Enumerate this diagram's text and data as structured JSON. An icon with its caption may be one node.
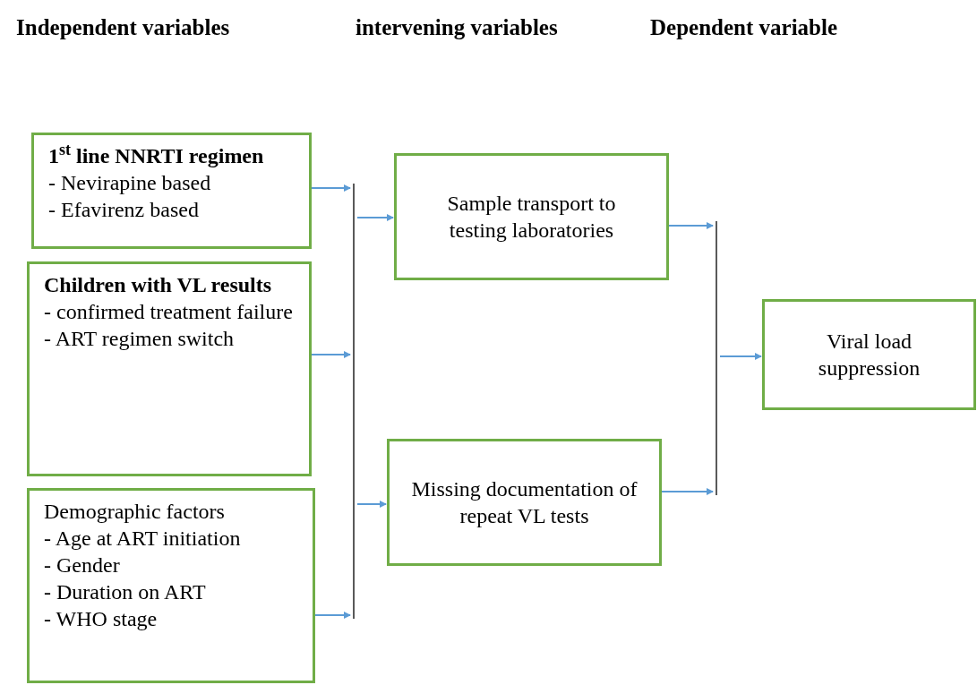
{
  "diagram": {
    "nodes": [
      {
        "text": [
          "1$^{st}$ line NNRTI regimen",
          "- Nevirapine based",
          "- Efavirenz based"
        ]
      },
      {
        "text": [
          "Children with VL results",
          "- confirmed treatment failure",
          "- ART regimen switch"
        ]
      },
      {
        "text": [
          "Demographic factors",
          "- Age at ART initiation",
          "- Gender",
          "- Duration on ART",
          "- WHO stage"
        ]
      },
      {
        "text": [
          "Sample transport to testing laboratories"
        ]
      },
      {
        "text": [
          "Missing documentation of repeat VL tests"
        ]
      },
      {
        "text": [
          "Viral load suppression"
        ]
      }
    ],
    "edges": [
      {
        "from": 0,
        "to": 3,
        "arrow": "to"
      },
      {
        "from": 0,
        "to": 4,
        "arrow": "to"
      },
      {
        "from": 1,
        "to": 3,
        "arrow": "to"
      },
      {
        "from": 1,
        "to": 4,
        "arrow": "to"
      },
      {
        "from": 2,
        "to": 3,
        "arrow": "to"
      },
      {
        "from": 2,
        "to": 4,
        "arrow": "to"
      },
      {
        "from": 3,
        "to": 5,
        "arrow": "to"
      },
      {
        "from": 4,
        "to": 5,
        "arrow": "to"
      }
    ],
    "labels": [
      "Independent variables",
      "intervening variables",
      "Dependent variable"
    ]
  }
}
